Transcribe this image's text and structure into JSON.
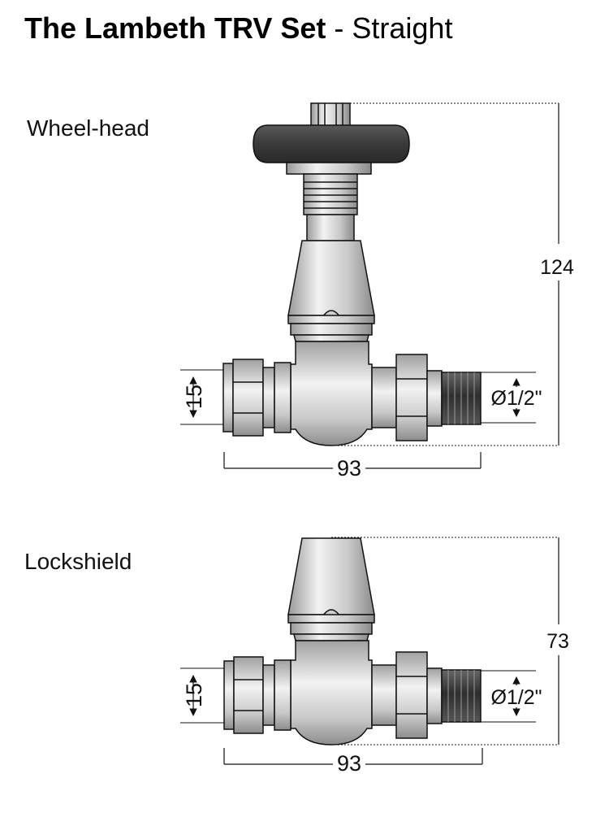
{
  "title": {
    "bold": "The Lambeth TRV Set",
    "rest": " - Straight"
  },
  "wheelhead": {
    "label": "Wheel-head",
    "height": "124",
    "width": "93",
    "pipe": "15",
    "thread": "Ø1/2\""
  },
  "lockshield": {
    "label": "Lockshield",
    "height": "73",
    "width": "93",
    "pipe": "15",
    "thread": "Ø1/2\""
  },
  "colors": {
    "body_light": "#e8e8e8",
    "body_mid": "#bdbdbd",
    "body_dark": "#8c8c8c",
    "handwheel": "#3e3e3e",
    "line": "#111111"
  }
}
